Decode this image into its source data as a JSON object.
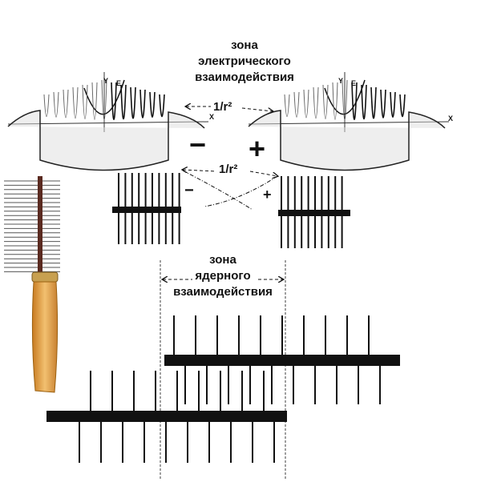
{
  "electric_zone": {
    "line1": "зона",
    "line2": "электрического",
    "line3": "взаимодействия"
  },
  "nuclear_zone": {
    "line1": "зона",
    "line2": "ядерного",
    "line3": "взаимодействия"
  },
  "distance_law_top": "1/r²",
  "distance_law_middle": "1/r²",
  "charges": {
    "negative": "−",
    "positive": "+"
  },
  "axes": {
    "y": "Y",
    "e": "E",
    "x": "X"
  },
  "colors": {
    "ink": "#111111",
    "wood": "#e0a040",
    "ferrule": "#c8a050"
  }
}
